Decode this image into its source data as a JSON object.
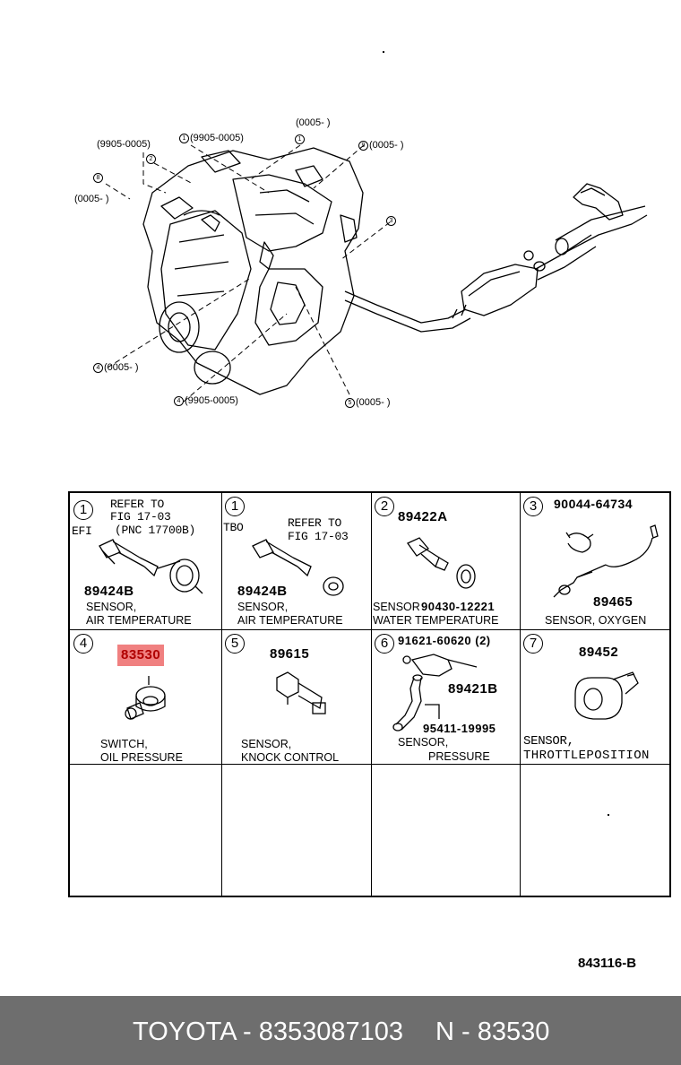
{
  "diagram": {
    "callouts": {
      "c1_top": {
        "num": "1",
        "text": "(0005-      )"
      },
      "c1_left": {
        "num": "1",
        "text": "(9905-0005)"
      },
      "c2_range": {
        "text": "(9905-0005)"
      },
      "c2": {
        "num": "2"
      },
      "c9": {
        "num": "9",
        "text": "(0005-      )"
      },
      "c8": {
        "num": "8"
      },
      "c8_range": {
        "text": "(0005-      )"
      },
      "c3": {
        "num": "3"
      },
      "c4_upper": {
        "num": "4",
        "text": "(0005-      )"
      },
      "c4_lower": {
        "num": "4",
        "text": "(9905-0005)"
      },
      "c5": {
        "num": "5",
        "text": "(0005-      )"
      }
    }
  },
  "parts_table": {
    "cells": [
      {
        "num": "1",
        "sub": "EFI",
        "refer": [
          "REFER  TO",
          "FIG  17-03",
          "(PNC  17700B)"
        ],
        "part_no": "89424B",
        "desc": [
          "SENSOR,",
          "AIR TEMPERATURE"
        ]
      },
      {
        "num": "1",
        "sub": "TBO",
        "refer": [
          "REFER  TO",
          "FIG  17-03"
        ],
        "part_no": "89424B",
        "desc": [
          "SENSOR,",
          "AIR TEMPERATURE"
        ]
      },
      {
        "num": "2",
        "part_no": "89422A",
        "extra": "90430-12221",
        "desc": [
          "SENSOR",
          "WATER TEMPERATURE"
        ]
      },
      {
        "num": "3",
        "part_no": "89465",
        "extra": "90044-64734",
        "desc": [
          "SENSOR, OXYGEN"
        ]
      },
      {
        "num": "4",
        "part_no": "83530",
        "highlighted": true,
        "desc": [
          "SWITCH,",
          "OIL PRESSURE"
        ]
      },
      {
        "num": "5",
        "part_no": "89615",
        "desc": [
          "SENSOR,",
          "KNOCK CONTROL"
        ]
      },
      {
        "num": "6",
        "part_no": "89421B",
        "extra": "91621-60620 (2)",
        "extra2": "95411-19995",
        "desc": [
          "SENSOR,",
          "PRESSURE"
        ]
      },
      {
        "num": "7",
        "part_no": "89452",
        "desc": [
          "SENSOR,",
          "THROTTLEPOSITION"
        ]
      }
    ]
  },
  "figure_ref": "843116-B",
  "footer": {
    "brand_part": "TOYOTA - 8353087103",
    "pnc": "N - 83530"
  },
  "colors": {
    "highlight": "#f08080",
    "footer_bg": "#6e6e6e"
  }
}
